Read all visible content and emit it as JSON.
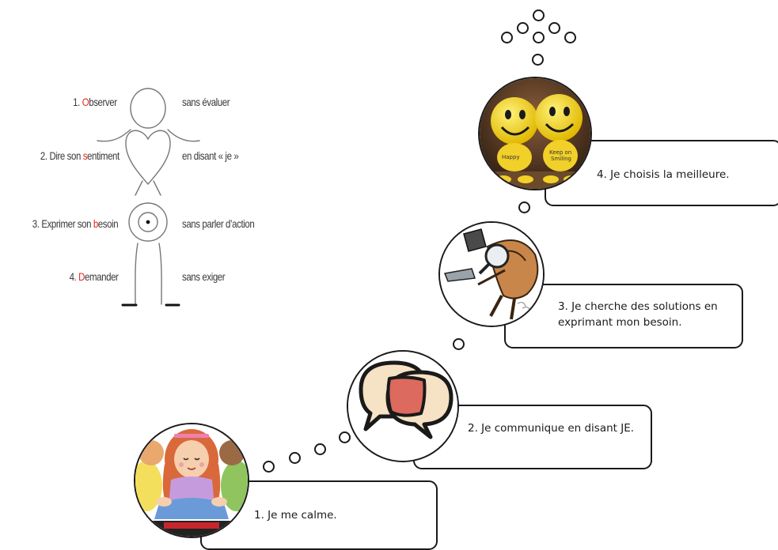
{
  "cnv_diagram": {
    "steps": [
      {
        "number": "1.",
        "initial": "O",
        "rest": "bserver",
        "qualifier": "sans évaluer"
      },
      {
        "number": "2.",
        "prefix": "Dire son ",
        "initial": "s",
        "rest": "entiment",
        "qualifier": "en disant « je »"
      },
      {
        "number": "3.",
        "prefix": "Exprimer son ",
        "initial": "b",
        "rest": "esoin",
        "qualifier": "sans parler d’action"
      },
      {
        "number": "4.",
        "initial": "D",
        "rest": "emander",
        "qualifier": "sans exiger"
      }
    ]
  },
  "path_steps": [
    {
      "text": "1. Je me calme.",
      "image": "children-meditating-illustration"
    },
    {
      "text": "2. Je communique en disant JE.",
      "image": "overlapping-speech-bubbles-illustration"
    },
    {
      "text": "3. Je cherche des solutions en exprimant mon besoin.",
      "image": "detective-with-magnifying-glass-illustration"
    },
    {
      "text": "4. Je choisis la meilleure.",
      "image": "smiley-ball-figures-photo"
    }
  ],
  "colors": {
    "highlight": "#e8261c",
    "line": "#1a1a1a",
    "figure_line": "#777777"
  }
}
